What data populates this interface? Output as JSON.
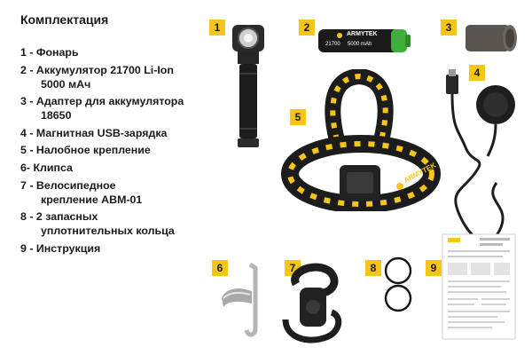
{
  "heading": "Комплектация",
  "items": [
    {
      "num": "1",
      "line1": "1 - Фонарь",
      "line2": ""
    },
    {
      "num": "2",
      "line1": "2 - Аккумулятор 21700 Li-Ion",
      "line2": "5000 мАч"
    },
    {
      "num": "3",
      "line1": "3 - Адаптер для аккумулятора",
      "line2": "18650"
    },
    {
      "num": "4",
      "line1": "4 - Магнитная USB-зарядка",
      "line2": ""
    },
    {
      "num": "5",
      "line1": "5 - Налобное крепление",
      "line2": ""
    },
    {
      "num": "6",
      "line1": "6- Клипса",
      "line2": ""
    },
    {
      "num": "7",
      "line1": "7 - Велосипедное",
      "line2": "крепление ABM-01"
    },
    {
      "num": "8",
      "line1": "8 - 2 запасных",
      "line2": "уплотнительных кольца"
    },
    {
      "num": "9",
      "line1": "9 - Инструкция",
      "line2": ""
    }
  ],
  "battery_label": {
    "brand": "ARMYTEK",
    "model": "21700",
    "capacity": "5000 mAh"
  },
  "strap_logo": "ARMYTEK",
  "colors": {
    "accent": "#f5c518",
    "dark": "#1f1f1f",
    "green": "#3fae3a"
  }
}
